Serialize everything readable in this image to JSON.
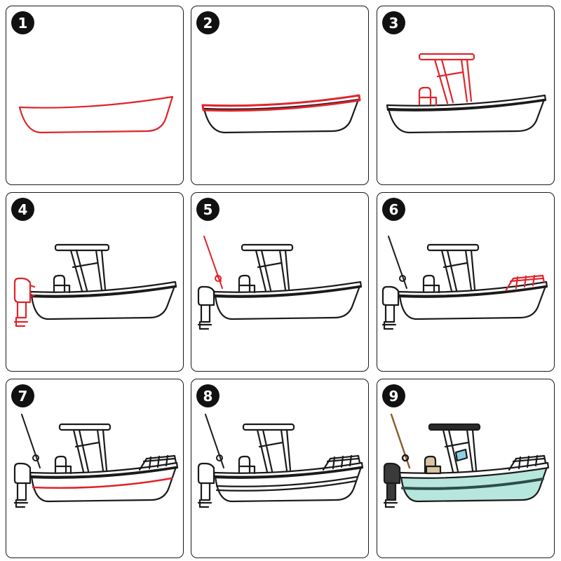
{
  "steps": [
    {
      "number": "1"
    },
    {
      "number": "2"
    },
    {
      "number": "3"
    },
    {
      "number": "4"
    },
    {
      "number": "5"
    },
    {
      "number": "6"
    },
    {
      "number": "7"
    },
    {
      "number": "8"
    },
    {
      "number": "9"
    }
  ],
  "colors": {
    "outline": "#1a1a1a",
    "new_stroke": "#e0242b",
    "hull_fill": "#b7e6dc",
    "hull_stripe": "#2d4d4a",
    "roof": "#2b2b2b",
    "motor": "#3a3a3a",
    "seat": "#d8c4a3",
    "windshield": "#8ecfe8",
    "rod": "#8a5a2b"
  },
  "icons": [
    "hull",
    "rail",
    "t-top",
    "seat",
    "outboard-motor",
    "fishing-rod",
    "bow-rail",
    "hull-stripe"
  ]
}
